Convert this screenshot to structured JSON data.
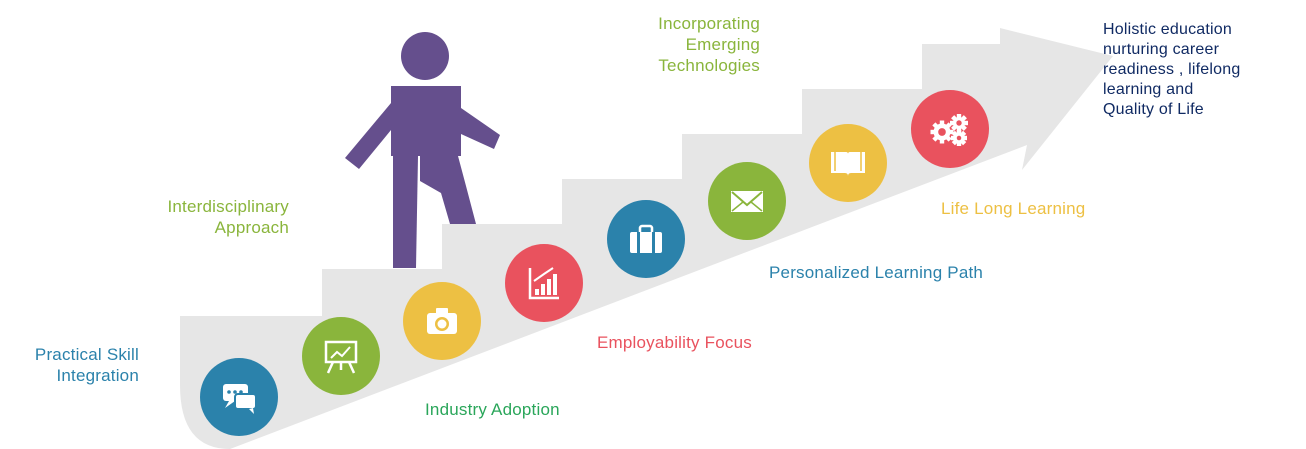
{
  "colors": {
    "staircase": "#e6e6e6",
    "person": "#654f8d",
    "blue": "#2b82ab",
    "green": "#8ab53c",
    "yellow": "#edc043",
    "red": "#e9525e",
    "navy": "#102a63"
  },
  "steps": [
    {
      "icon": "speech-bubbles-icon",
      "color": "blue"
    },
    {
      "icon": "presentation-board-icon",
      "color": "green"
    },
    {
      "icon": "camera-icon",
      "color": "yellow"
    },
    {
      "icon": "bar-chart-icon",
      "color": "red"
    },
    {
      "icon": "briefcase-icon",
      "color": "blue"
    },
    {
      "icon": "envelope-icon",
      "color": "green"
    },
    {
      "icon": "book-icon",
      "color": "yellow"
    },
    {
      "icon": "gears-icon",
      "color": "red"
    }
  ],
  "labels": {
    "practical_skill": {
      "lines": [
        "Practical Skill",
        "Integration"
      ],
      "color": "#2b82ab"
    },
    "industry_adoption": {
      "lines": [
        "Industry Adoption"
      ],
      "color": "#2aa65a"
    },
    "interdisciplinary": {
      "lines": [
        "Interdisciplinary",
        "Approach"
      ],
      "color": "#8ab53c"
    },
    "employability": {
      "lines": [
        "Employability Focus"
      ],
      "color": "#e9525e"
    },
    "personalized": {
      "lines": [
        "Personalized Learning Path"
      ],
      "color": "#2b82ab"
    },
    "emerging_tech": {
      "lines": [
        "Incorporating",
        "Emerging",
        "Technologies"
      ],
      "color": "#8ab53c"
    },
    "lifelong": {
      "lines": [
        "Life Long Learning"
      ],
      "color": "#edc043"
    },
    "holistic": {
      "lines": [
        "Holistic education",
        "nurturing career",
        "readiness ,  lifelong",
        "learning and",
        "Quality of Life"
      ],
      "color": "#102a63"
    }
  }
}
